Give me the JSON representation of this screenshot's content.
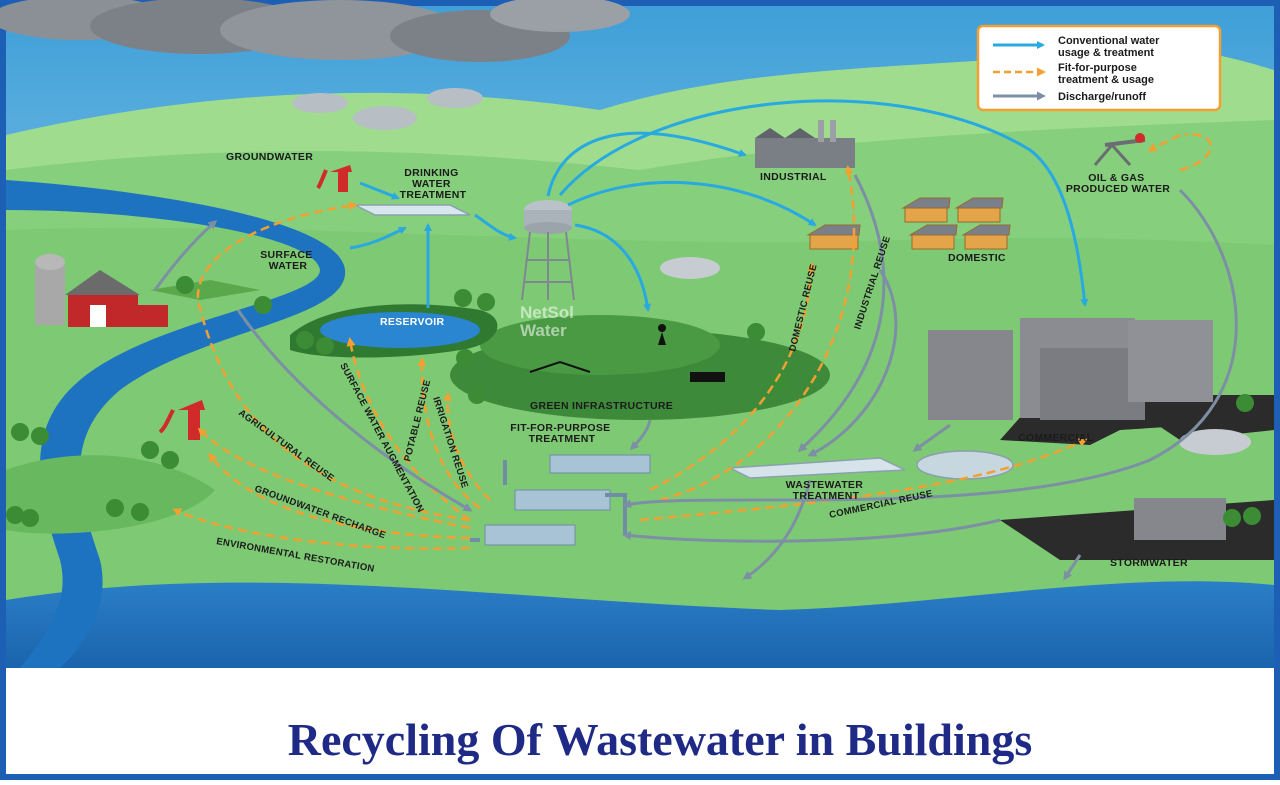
{
  "legend": {
    "items": [
      {
        "label_lines": [
          "Conventional water",
          "usage & treatment"
        ],
        "style": "solid",
        "color": "#29a9e1"
      },
      {
        "label_lines": [
          "Fit-for-purpose",
          "treatment & usage"
        ],
        "style": "dashed",
        "color": "#f4a030"
      },
      {
        "label_lines": [
          "Discharge/runoff"
        ],
        "style": "solid",
        "color": "#7d8fa4"
      }
    ]
  },
  "labels": {
    "groundwater": "GROUNDWATER",
    "drinking_water_treatment": [
      "DRINKING",
      "WATER",
      "TREATMENT"
    ],
    "surface_water": [
      "SURFACE",
      "WATER"
    ],
    "reservoir": "RESERVOIR",
    "green_infrastructure": "GREEN INFRASTRUCTURE",
    "industrial": "INDUSTRIAL",
    "oil_gas": [
      "OIL & GAS",
      "PRODUCED WATER"
    ],
    "domestic": "DOMESTIC",
    "commercial": "COMMERCIAL",
    "stormwater": "STORMWATER",
    "wastewater_treatment": [
      "WASTEWATER",
      "TREATMENT"
    ],
    "fit_for_purpose_treatment": [
      "FIT-FOR-PURPOSE",
      "TREATMENT"
    ]
  },
  "reuse_labels": {
    "agricultural": "AGRICULTURAL REUSE",
    "groundwater_recharge": "GROUNDWATER RECHARGE",
    "environmental_restoration": "ENVIRONMENTAL RESTORATION",
    "surface_augmentation": "SURFACE WATER AUGMENTATION",
    "potable": "POTABLE REUSE",
    "irrigation": "IRRIGATION REUSE",
    "domestic": "DOMESTIC REUSE",
    "industrial": "INDUSTRIAL REUSE",
    "commercial": "COMMERCIAL REUSE"
  },
  "watermark": [
    "NetSol",
    "Water"
  ],
  "caption": "Recycling Of Wastewater in Buildings",
  "colors": {
    "sky": "#6ec3ea",
    "hill": "#8fd08a",
    "river": "#1e73c0",
    "conventional": "#29a9e1",
    "fit_for_purpose": "#f4a030",
    "discharge": "#7d8fa4",
    "title": "#1f2a86",
    "frame": "#1e5fb6"
  }
}
